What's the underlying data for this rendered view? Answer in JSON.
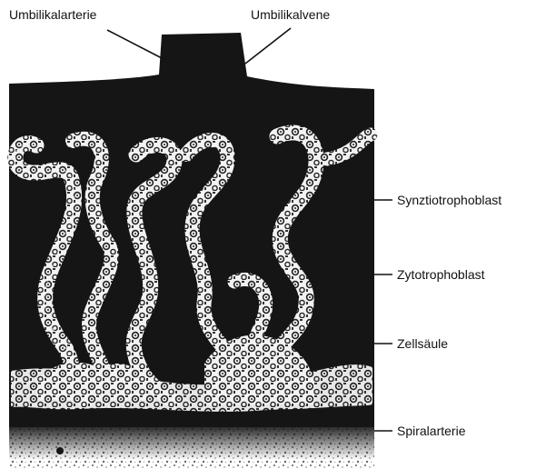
{
  "labels": {
    "umbilical_artery": "Umbilikalarterie",
    "umbilical_vein": "Umbilikalvene",
    "syncytiotrophoblast": "Synztiotrophoblast",
    "cytotrophoblast": "Zytotrophoblast",
    "cell_column": "Zellsäule",
    "spiral_artery": "Spiralarterie"
  },
  "colors": {
    "tissue": "#151515",
    "cell_fill": "#f4f4f4",
    "cell_ring": "#262626",
    "basal_speckle": "#cfcfcf"
  }
}
